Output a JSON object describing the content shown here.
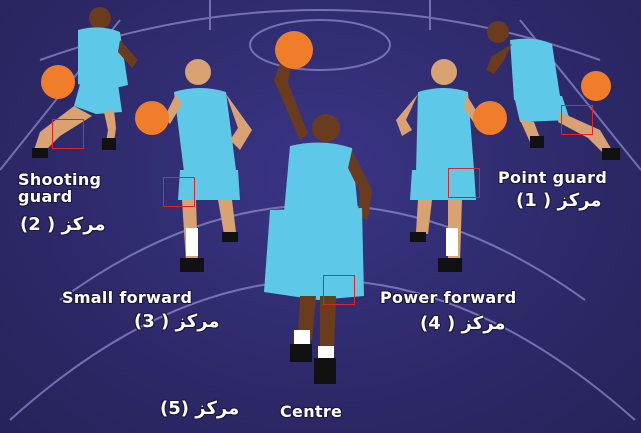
{
  "positions": [
    {
      "key": "point_guard",
      "en": "Point guard",
      "ar": "مركز ( 1)"
    },
    {
      "key": "shooting_guard",
      "en": "Shooting\nguard",
      "ar": "مركز ( 2)"
    },
    {
      "key": "small_forward",
      "en": "Small forward",
      "ar": "مركز ( 3)"
    },
    {
      "key": "power_forward",
      "en": "Power forward",
      "ar": "مركز ( 4)"
    },
    {
      "key": "centre",
      "en": "Centre",
      "ar": "(5) مركز"
    }
  ],
  "colors": {
    "background": "#2e2a6b",
    "court_lines": "#8c88c9",
    "jersey": "#5ec8e8",
    "skin": "#d8a273",
    "skin_dark": "#6b3b1e",
    "ball": "#f07d2a",
    "marker": "#e0222a"
  },
  "icons": [
    "basketball-icon",
    "player-figure-icon",
    "court-line-icon"
  ]
}
